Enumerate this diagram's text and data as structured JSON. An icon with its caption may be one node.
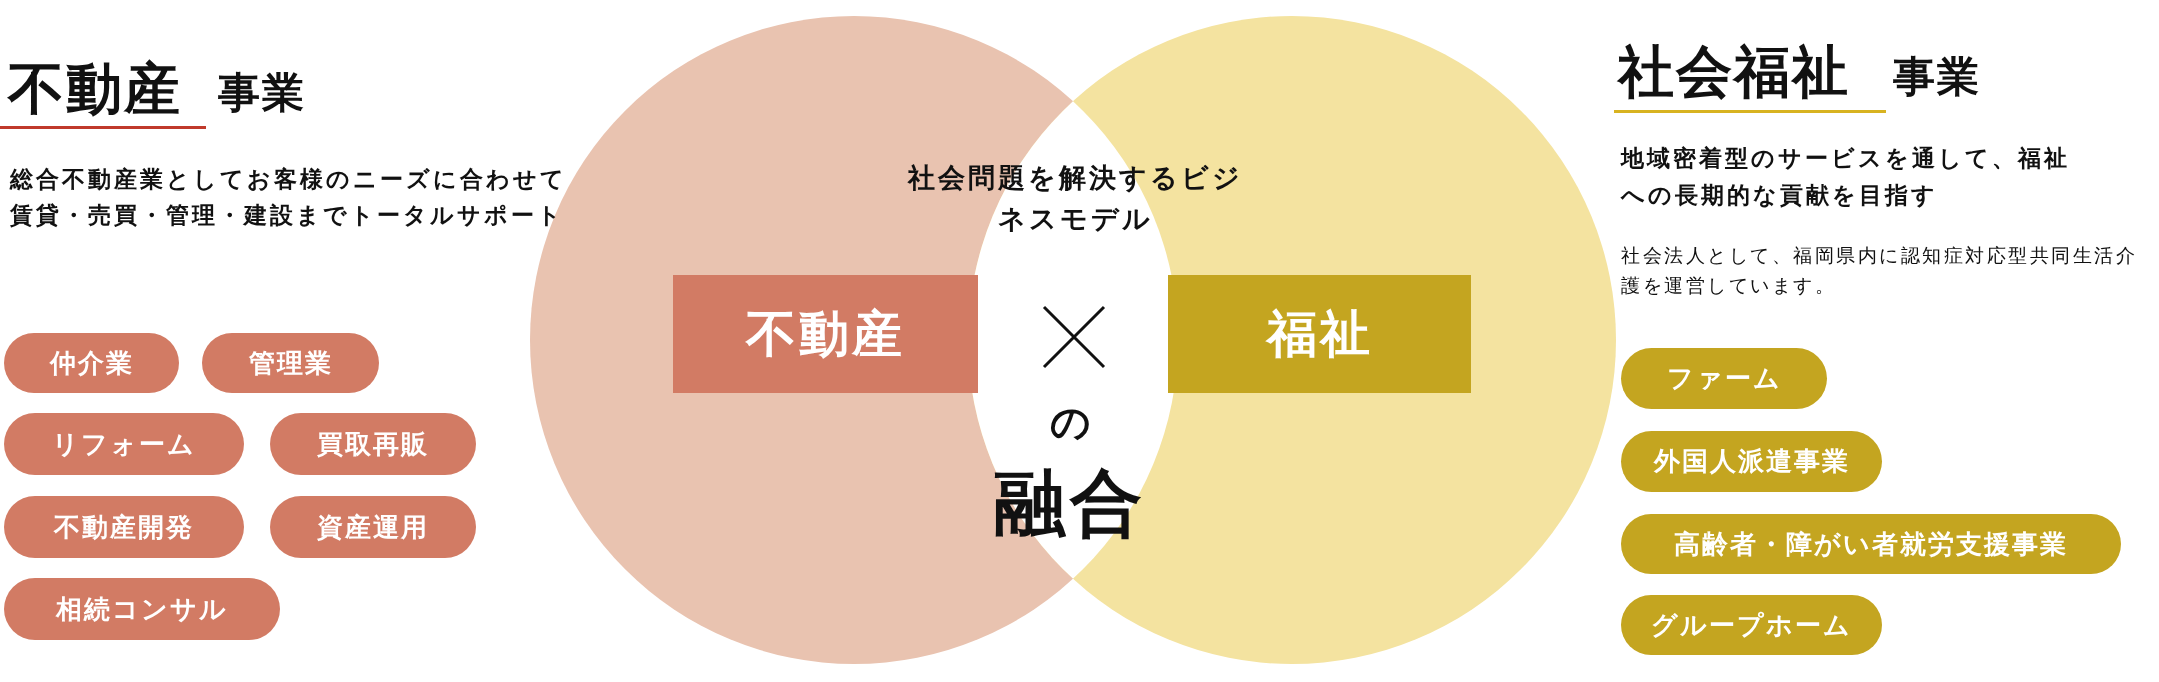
{
  "diagram": {
    "nodes": [
      {
        "text": [
          "仲介業"
        ]
      },
      {
        "text": [
          "管理業"
        ]
      },
      {
        "text": [
          "リフォーム"
        ]
      },
      {
        "text": [
          "買取再販"
        ]
      },
      {
        "text": [
          "不動産開発"
        ]
      },
      {
        "text": [
          "資産運用"
        ]
      },
      {
        "text": [
          "相続コンサル"
        ]
      },
      {
        "text": [
          "不動産"
        ]
      },
      {
        "text": [
          "福祉"
        ]
      },
      {
        "text": [
          "ファーム"
        ]
      },
      {
        "text": [
          "外国人派遣事業"
        ]
      },
      {
        "text": [
          "高齢者・障がい者就労支援事業"
        ]
      },
      {
        "text": [
          "グループホーム"
        ]
      }
    ],
    "edges": [],
    "labels": [
      "不動産",
      "事業",
      "総合不動産業としてお客様のニーズに合わせて賃貸・売買・管理・建設までトータルサポート",
      "社会問題を解決するビジネスモデル",
      "の",
      "融合",
      "社会福祉",
      "事業",
      "地域密着型のサービスを通して、福祉への長期的な貢献を目指す",
      "社会法人として、福岡県内に認知症対応型共同生活介護を運営しています。"
    ]
  }
}
